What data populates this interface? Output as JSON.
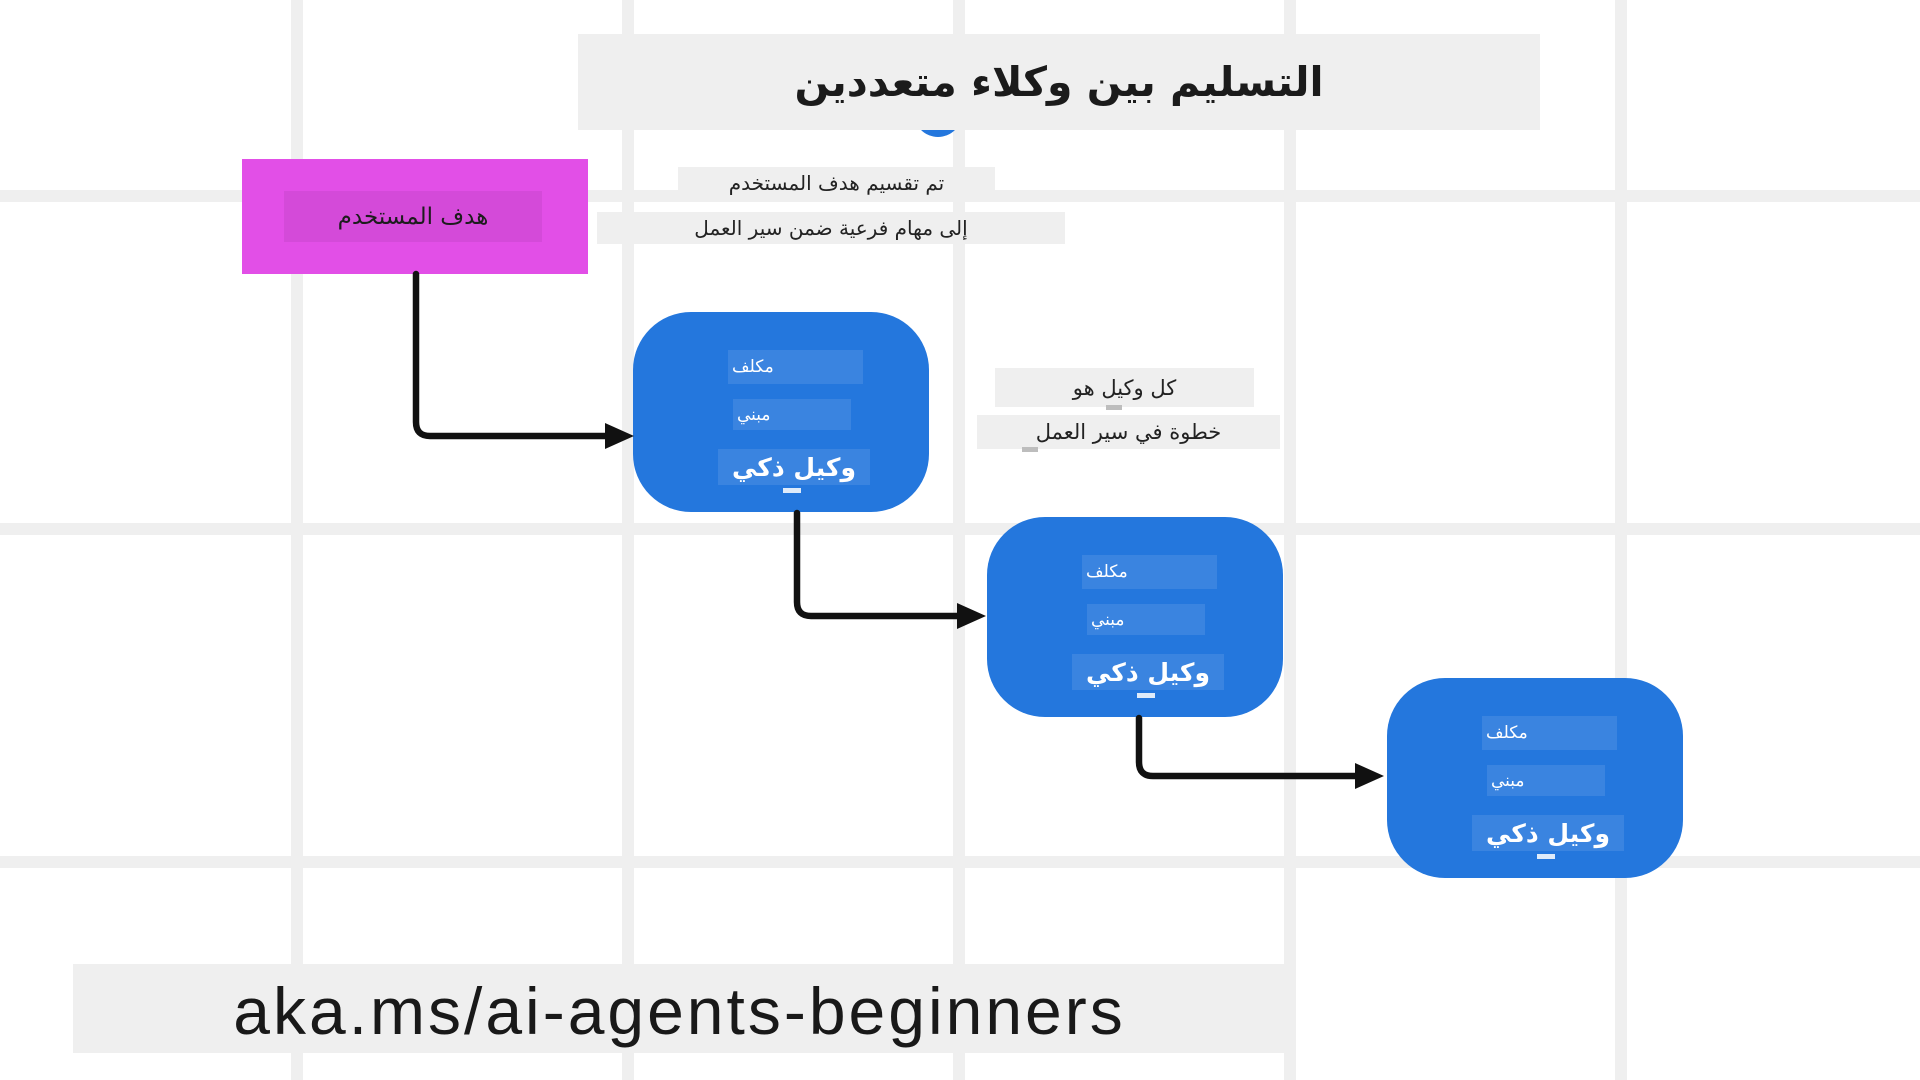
{
  "title": "التسليم بين وكلاء متعددين",
  "goal": {
    "label": "هدف المستخدم"
  },
  "annotations": {
    "split_line1": "تم تقسيم هدف المستخدم",
    "split_line2": "إلى مهام فرعية ضمن سير العمل",
    "step_line1": "كل وكيل هو",
    "step_line2": "خطوة في سير العمل"
  },
  "agents": [
    {
      "tasked": "مكلف",
      "built": "مبني",
      "name": "وكيل ذكي"
    },
    {
      "tasked": "مكلف",
      "built": "مبني",
      "name": "وكيل ذكي"
    },
    {
      "tasked": "مكلف",
      "built": "مبني",
      "name": "وكيل ذكي"
    }
  ],
  "footer": {
    "link": "aka.ms/ai-agents-beginners"
  },
  "colors": {
    "agent_blue": "#2477dd",
    "goal_magenta": "#e24fe7",
    "panel_gray": "#efefef",
    "arrow": "#111111"
  }
}
